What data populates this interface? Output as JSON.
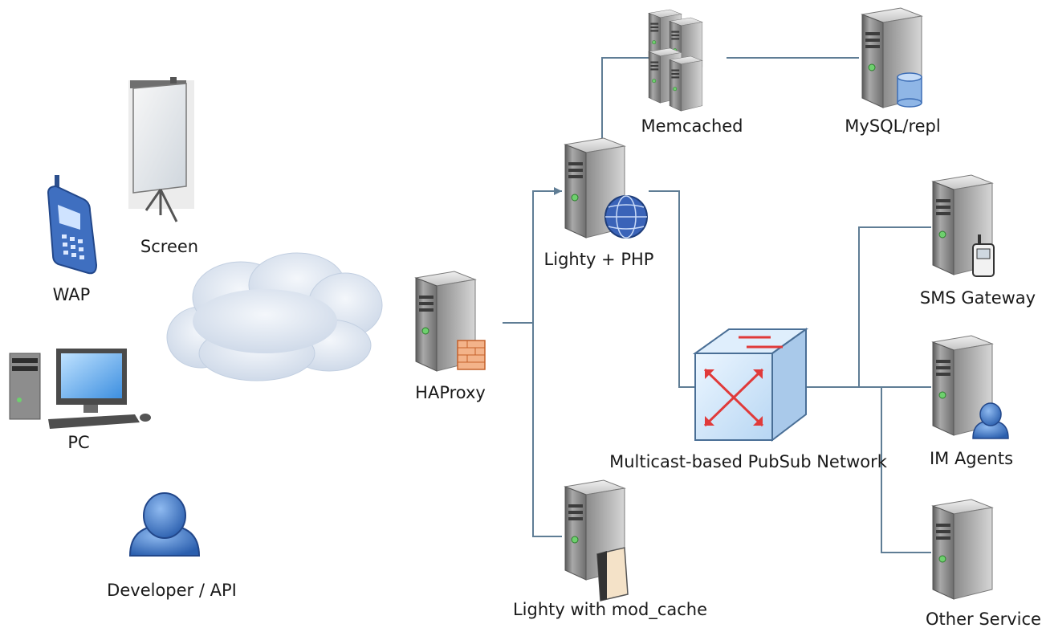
{
  "labels": {
    "screen": "Screen",
    "wap": "WAP",
    "pc": "PC",
    "developer": "Developer / API",
    "haproxy": "HAProxy",
    "lighty_php": "Lighty + PHP",
    "lighty_cache": "Lighty with mod_cache",
    "memcached": "Memcached",
    "mysql": "MySQL/repl",
    "pubsub": "Multicast-based PubSub Network",
    "sms": "SMS Gateway",
    "im": "IM Agents",
    "other": "Other Service"
  },
  "colors": {
    "connector": "#5f7d95",
    "server_body": "#8e8e8e",
    "globe": "#2d4f9a",
    "person": "#3f78c8",
    "router_face": "#cfe6fb",
    "router_arrow": "#e03a3a",
    "cloud": "#d9e3f0"
  }
}
